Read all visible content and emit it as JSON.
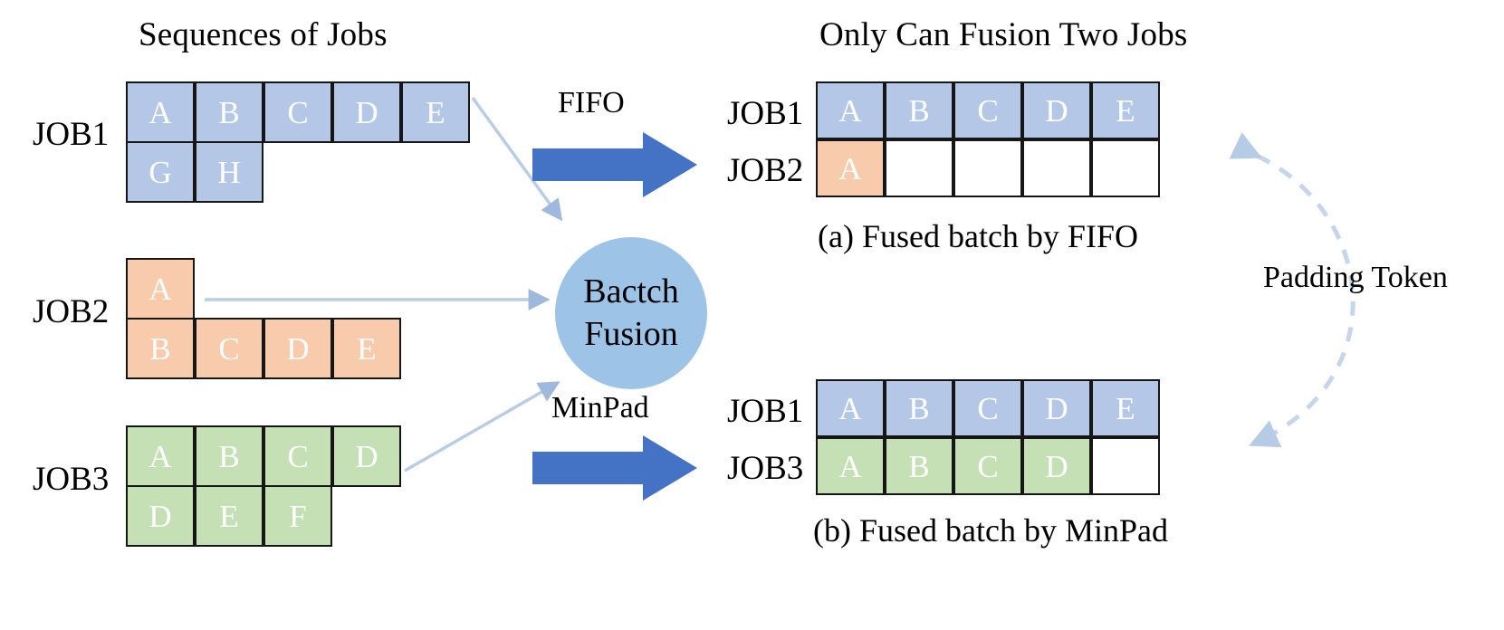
{
  "title_left": "Sequences of Jobs",
  "title_right": "Only Can Fusion Two Jobs",
  "hub": {
    "line1": "Bactch",
    "line2": "Fusion"
  },
  "labels": {
    "fifo": "FIFO",
    "minpad": "MinPad",
    "padding_token": "Padding Token"
  },
  "captions": {
    "a": "(a) Fused batch by FIFO",
    "b": "(b) Fused batch by MinPad"
  },
  "colors": {
    "blue_fill": "#b4c7e7",
    "orange_fill": "#f8cbad",
    "green_fill": "#c5e0b4",
    "hub_fill": "#9dc3e6",
    "arrow_blue": "#4472c4",
    "thin_arrow": "#b8cce4",
    "dashed_arrow": "#c5d6ec",
    "cell_border": "#161616"
  },
  "left_jobs": [
    {
      "name": "JOB1",
      "color": "blue",
      "rows": [
        [
          "A",
          "B",
          "C",
          "D",
          "E"
        ],
        [
          "G",
          "H"
        ]
      ]
    },
    {
      "name": "JOB2",
      "color": "orange",
      "rows": [
        [
          "A"
        ],
        [
          "B",
          "C",
          "D",
          "E"
        ]
      ]
    },
    {
      "name": "JOB3",
      "color": "green",
      "rows": [
        [
          "A",
          "B",
          "C",
          "D"
        ],
        [
          "D",
          "E",
          "F"
        ]
      ]
    }
  ],
  "fused_a": {
    "caption": "(a) Fused batch by FIFO",
    "rows": [
      {
        "name": "JOB1",
        "color": "blue",
        "cells": [
          "A",
          "B",
          "C",
          "D",
          "E"
        ]
      },
      {
        "name": "JOB2",
        "color": "orange",
        "cells": [
          "A",
          "",
          "",
          "",
          ""
        ]
      }
    ]
  },
  "fused_b": {
    "caption": "(b) Fused batch by MinPad",
    "rows": [
      {
        "name": "JOB1",
        "color": "blue",
        "cells": [
          "A",
          "B",
          "C",
          "D",
          "E"
        ]
      },
      {
        "name": "JOB3",
        "color": "green",
        "cells": [
          "A",
          "B",
          "C",
          "D",
          ""
        ]
      }
    ]
  }
}
